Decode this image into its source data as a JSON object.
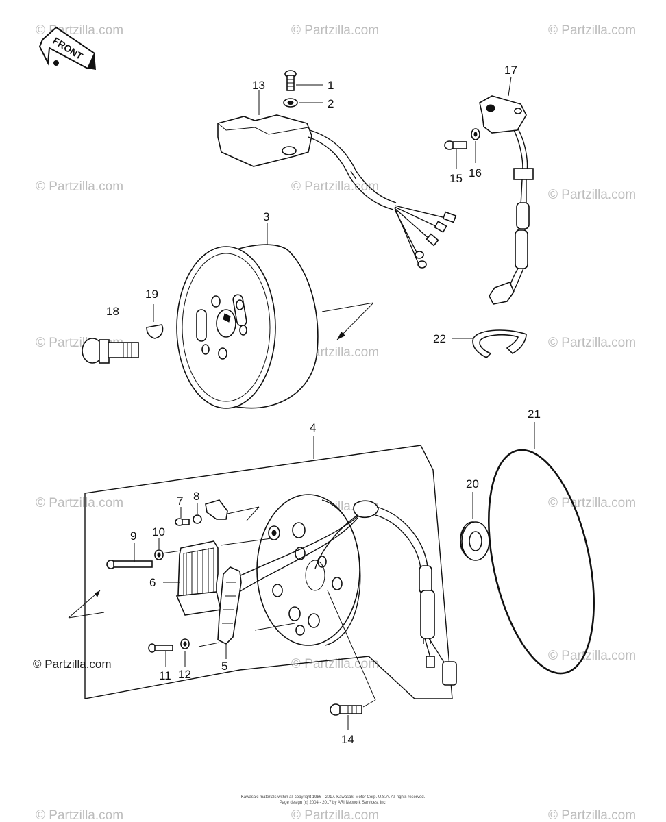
{
  "watermark": "© Partzilla.com",
  "front_label": "FRONT",
  "callouts": {
    "c1": "1",
    "c2": "2",
    "c3": "3",
    "c4": "4",
    "c5": "5",
    "c6": "6",
    "c7": "7",
    "c8": "8",
    "c9": "9",
    "c10": "10",
    "c11": "11",
    "c12": "12",
    "c13": "13",
    "c14": "14",
    "c15": "15",
    "c16": "16",
    "c17": "17",
    "c18": "18",
    "c19": "19",
    "c20": "20",
    "c21": "21",
    "c22": "22"
  },
  "footer": {
    "line1": "Kawasaki materials within all copyright 1986 - 2017. Kawasaki Motor Corp. U.S.A. All rights reserved.",
    "line2": "Page design (c) 2004 - 2017 by ARI Network Services, Inc."
  }
}
